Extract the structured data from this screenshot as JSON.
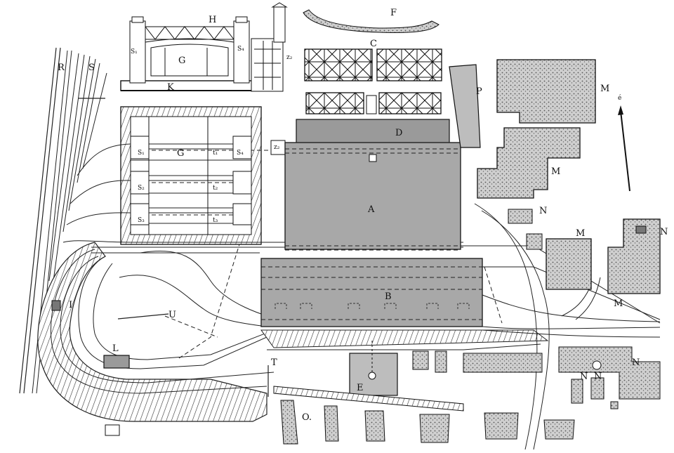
{
  "figure": {
    "title": "",
    "labels": {
      "A": "A",
      "B": "B",
      "C": "C",
      "D": "D",
      "E": "E",
      "F": "F",
      "G_elevation": "G",
      "G_plan": "G",
      "H": "H",
      "K": "K",
      "L": "L",
      "M1": "M",
      "M2": "M",
      "M3": "M",
      "M4": "M",
      "N1": "N",
      "N2": "N",
      "N3": "N",
      "N4": "N",
      "N5": "N",
      "O": "O.",
      "P": "P",
      "R": "R",
      "S": "S",
      "T": "T",
      "U": "U",
      "I": "I",
      "s1": "S₁",
      "s4": "S₄",
      "s1_plan": "S₁",
      "s2_plan": "S₂",
      "s3_plan": "S₃",
      "s4_plan": "S₄",
      "t1": "t₁",
      "t2": "t₂",
      "t3": "t₃",
      "z2_elev": "z₂",
      "z2_plan": "z₂",
      "north_mark": "é"
    },
    "colors": {
      "ink": "#111111",
      "hall_fill": "#a8a8a8",
      "building_fill": "#bdbdbd",
      "paper": "#ffffff"
    },
    "icons": [
      "north-arrow-icon"
    ]
  }
}
